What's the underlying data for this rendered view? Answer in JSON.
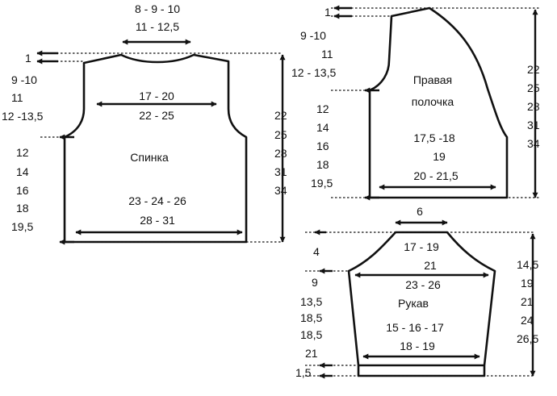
{
  "back": {
    "title": "Спинка",
    "neck_width": [
      "8 - 9 - 10",
      "11 - 12,5"
    ],
    "chest_width": [
      "17 - 20",
      "22 - 25"
    ],
    "bottom_width": [
      "23 - 24 - 26",
      "28 - 31"
    ],
    "left_heights": [
      "1",
      "9 -10",
      "11",
      "12 -13,5",
      "12",
      "14",
      "16",
      "18",
      "19,5"
    ],
    "right_heights": [
      "22",
      "25",
      "28",
      "31",
      "34"
    ]
  },
  "front": {
    "title_line1": "Правая",
    "title_line2": "полочка",
    "widths": [
      "17,5 -18",
      "19",
      "20 - 21,5"
    ],
    "left_heights": [
      "1",
      "9 -10",
      "11",
      "12 - 13,5",
      "12",
      "14",
      "16",
      "18",
      "19,5"
    ],
    "right_heights": [
      "22",
      "25",
      "28",
      "31",
      "34"
    ]
  },
  "sleeve": {
    "title": "Рукав",
    "top_width": "6",
    "cap_widths": [
      "17 - 19",
      "21",
      "23 - 26"
    ],
    "cuff_widths": [
      "15 - 16 - 17",
      "18 - 19"
    ],
    "left_heights": [
      "4",
      "9",
      "13,5",
      "18,5",
      "18,5",
      "21",
      "1,5"
    ],
    "right_heights": [
      "14,5",
      "19",
      "21",
      "24",
      "26,5"
    ]
  }
}
